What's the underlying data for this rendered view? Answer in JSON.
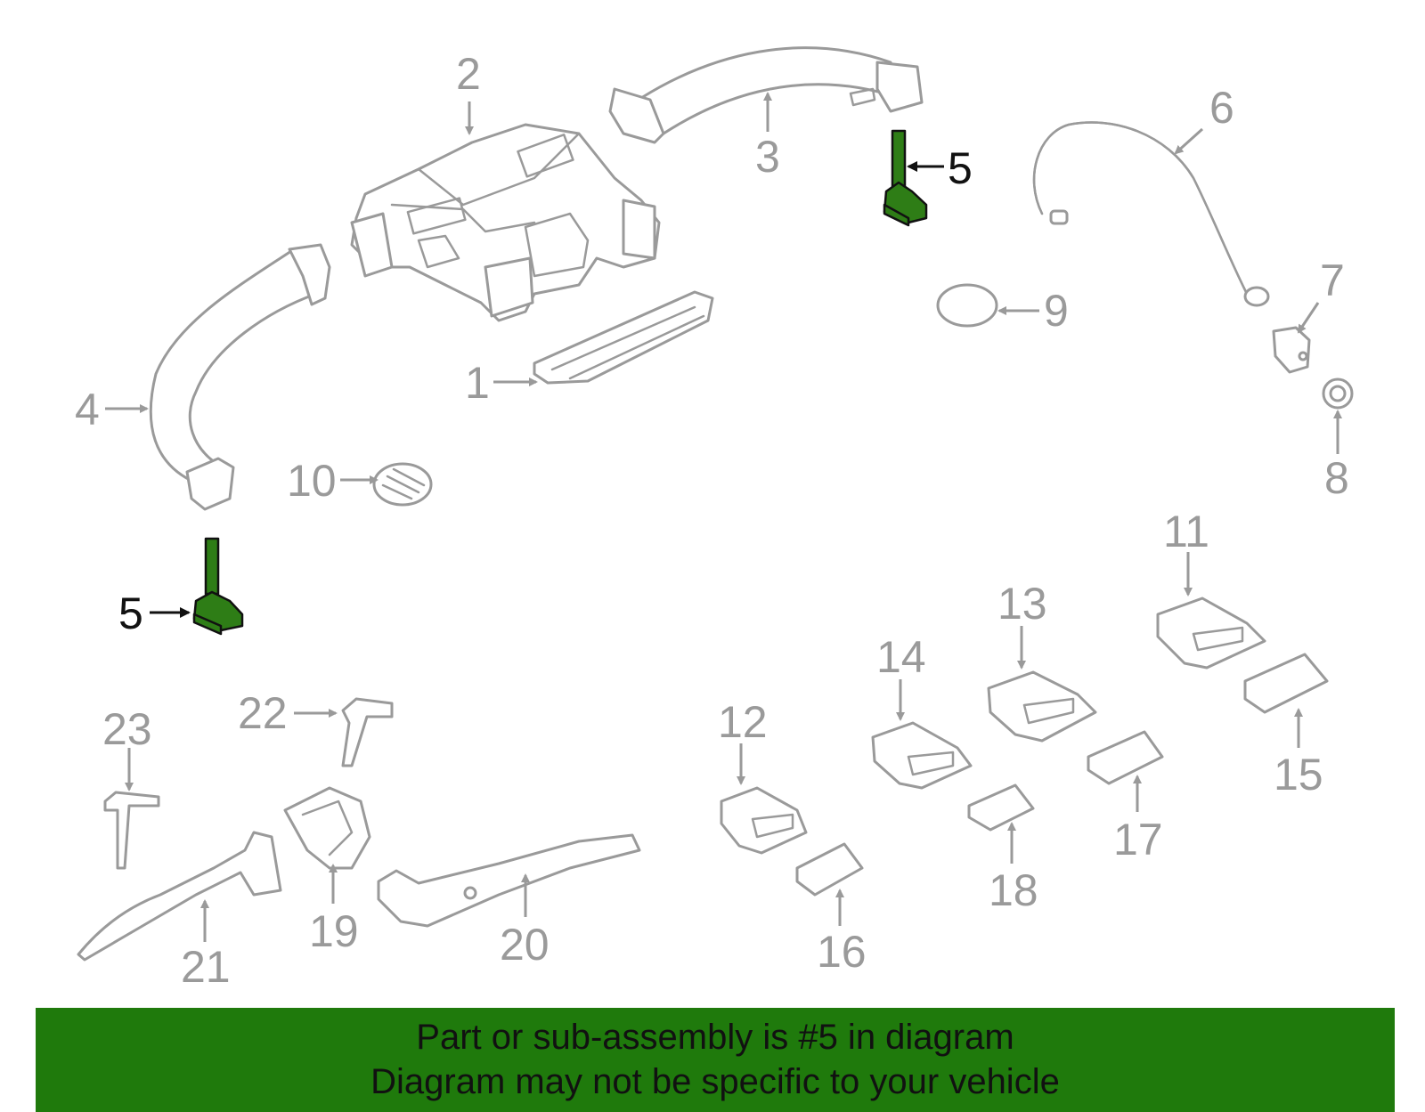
{
  "callouts": [
    "1",
    "2",
    "3",
    "4",
    "5",
    "6",
    "7",
    "8",
    "9",
    "10",
    "11",
    "12",
    "13",
    "14",
    "15",
    "16",
    "17",
    "18",
    "19",
    "20",
    "21",
    "22",
    "23"
  ],
  "highlight_callout": "5",
  "colors": {
    "highlight": "#2e7d16",
    "banner": "#1f7a0c",
    "part_line": "#9a9a9a",
    "text_dark": "#111111"
  },
  "banner": {
    "line1": "Part or sub-assembly is #5 in diagram",
    "line2": "Diagram may not be specific to your vehicle"
  }
}
